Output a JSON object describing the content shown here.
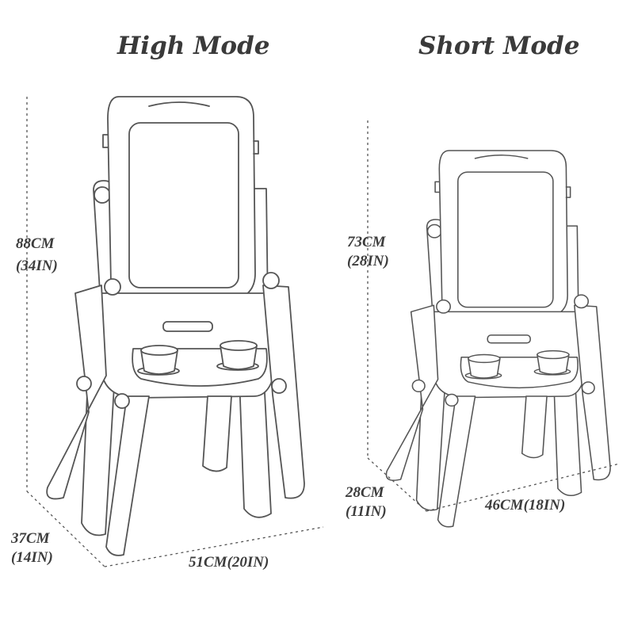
{
  "titles": {
    "high": "High Mode",
    "short": "Short Mode"
  },
  "high_mode": {
    "height_cm": "88CM",
    "height_in": "(34IN)",
    "depth_cm": "37CM",
    "depth_in": "(14IN)",
    "width": "51CM(20IN)"
  },
  "short_mode": {
    "height_cm": "73CM",
    "height_in": "(28IN)",
    "depth_cm": "28CM",
    "depth_in": "(11IN)",
    "width": "46CM(18IN)"
  },
  "colors": {
    "outline": "#555555",
    "text": "#3a3a3a",
    "background": "#ffffff"
  }
}
